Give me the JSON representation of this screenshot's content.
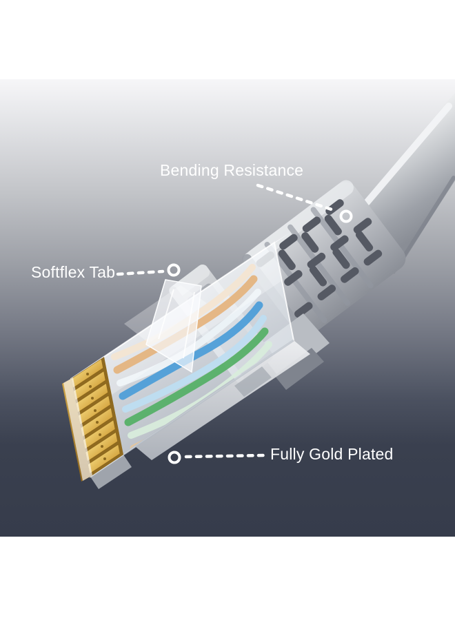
{
  "image": {
    "kind": "annotated product photo",
    "subject": "RJ45 ethernet patch cable connector close-up",
    "background_top": "#f6f6f8",
    "background_bottom": "#363c4b"
  },
  "annotations": {
    "label_color": "#ffffff",
    "bending_resistance": {
      "label": "Bending Resistance"
    },
    "softflex_tab": {
      "label": "Softflex Tab"
    },
    "fully_gold_plated": {
      "label": "Fully Gold Plated"
    }
  },
  "subject_colors": {
    "cable": "#c6c9cd",
    "strain_relief_boot": "#b4b7bd",
    "connector_body": "rgba(240,244,248,0.78)",
    "gold_contacts": "#d3a23c",
    "wires": [
      "#f1dcc0",
      "#db9850",
      "#edf3f7",
      "#4f9fd9",
      "#bedef2",
      "#57b068",
      "#d8eddc",
      "#e6c79d"
    ]
  }
}
